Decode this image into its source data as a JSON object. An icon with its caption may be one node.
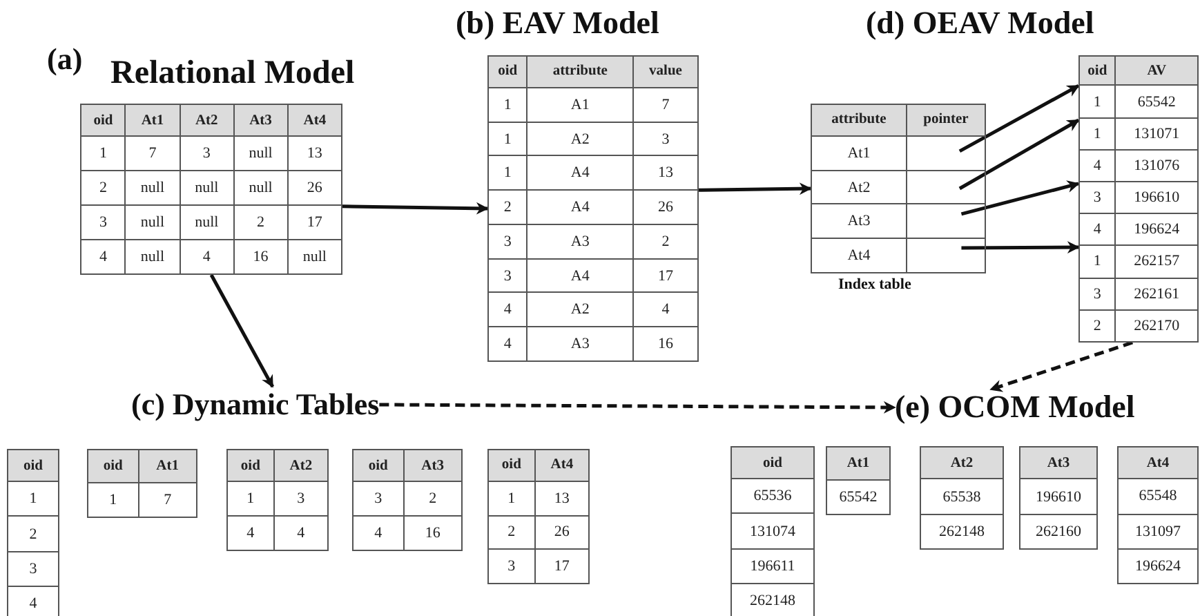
{
  "diagram": {
    "nodes": [
      {
        "text": [
          "oid",
          "At1",
          "At2",
          "At3",
          "At4",
          "1",
          "7",
          "3",
          "null",
          "13",
          "2",
          "null",
          "null",
          "null",
          "26",
          "3",
          "null",
          "null",
          "2",
          "17",
          "4",
          "null",
          "4",
          "16",
          "null"
        ],
        "beside": [
          "Relational Model"
        ]
      },
      {
        "text": [
          "oid",
          "attribute",
          "value",
          "1",
          "A1",
          "7",
          "1",
          "A2",
          "3",
          "1",
          "A4",
          "13",
          "2",
          "A4",
          "26",
          "3",
          "A3",
          "2",
          "3",
          "A4",
          "17",
          "4",
          "A2",
          "4",
          "4",
          "A3",
          "16"
        ],
        "beside": [
          "(b) EAV Model"
        ]
      },
      {
        "text": [
          "attribute",
          "pointer",
          "At1",
          "At2",
          "At3",
          "At4"
        ],
        "beside": [
          "Index table"
        ]
      },
      {
        "text": [
          "oid",
          "AV",
          "1",
          "65542",
          "1",
          "131071",
          "4",
          "131076",
          "3",
          "196610",
          "4",
          "196624",
          "1",
          "262157",
          "3",
          "262161",
          "2",
          "262170"
        ]
      },
      {
        "text": [
          "(c) Dynamic Tables"
        ]
      },
      {
        "text": [
          "oid",
          "1",
          "2",
          "3",
          "4"
        ]
      },
      {
        "text": [
          "oid",
          "At1",
          "1",
          "7"
        ]
      },
      {
        "text": [
          "oid",
          "At2",
          "1",
          "3",
          "4",
          "4"
        ]
      },
      {
        "text": [
          "oid",
          "At3",
          "3",
          "2",
          "4",
          "16"
        ]
      },
      {
        "text": [
          "oid",
          "At4",
          "1",
          "13",
          "2",
          "26",
          "3",
          "17"
        ]
      },
      {
        "text": [
          "(e) OCOM Model"
        ]
      },
      {
        "text": [
          "oid",
          "65536",
          "131074",
          "196611",
          "262148"
        ]
      },
      {
        "text": [
          "At1",
          "65542"
        ]
      },
      {
        "text": [
          "At2",
          "65538",
          "262148"
        ]
      },
      {
        "text": [
          "At3",
          "196610",
          "262160"
        ]
      },
      {
        "text": [
          "At4",
          "65548",
          "131097",
          "196624"
        ]
      }
    ],
    "edges": [
      {
        "from": 0,
        "to": 1,
        "arrow": "to"
      },
      {
        "from": 0,
        "to": 4,
        "arrow": "to"
      },
      {
        "from": 1,
        "to": 2,
        "arrow": "to"
      },
      {
        "from": 2,
        "to": 3,
        "arrow": "to"
      },
      {
        "from": 2,
        "to": 3,
        "arrow": "to"
      },
      {
        "from": 2,
        "to": 3,
        "arrow": "to"
      },
      {
        "from": 2,
        "to": 3,
        "arrow": "to"
      },
      {
        "from": 3,
        "to": 10,
        "arrow": "to",
        "style": "dashed"
      },
      {
        "from": 4,
        "to": 10,
        "arrow": "to",
        "style": "dashed"
      }
    ],
    "labels": [
      "(a)",
      "(d) OEAV Model"
    ]
  }
}
